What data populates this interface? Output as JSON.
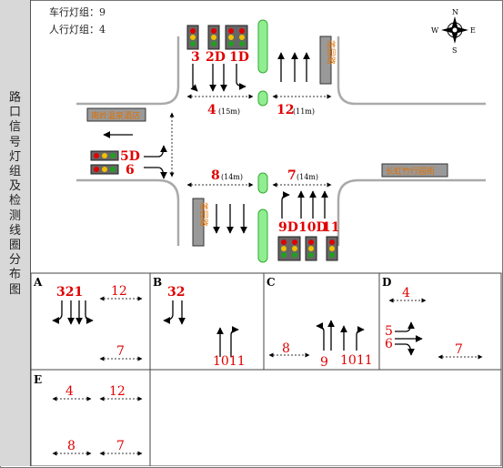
{
  "sidebar": {
    "label": "路口信号灯组及检测线圈分布图"
  },
  "counts": {
    "vehicle": "车行灯组：9",
    "pedestrian": "人行灯组：4"
  },
  "compass": {
    "n": "N",
    "s": "S",
    "e": "E",
    "w": "W"
  },
  "roads": {
    "west_sign": "南岭温泉酒店",
    "east_sign": "长虹竹行园街",
    "north_sign": "莲园路",
    "south_sign": "莲园路"
  },
  "signals": {
    "north": [
      "3",
      "2D",
      "1D"
    ],
    "west": [
      "5D",
      "6"
    ],
    "south": [
      "9D",
      "10D",
      "11"
    ]
  },
  "crosswalks": {
    "c4": {
      "id": "4",
      "len": "(15m)"
    },
    "c12": {
      "id": "12",
      "len": "(11m)"
    },
    "c8": {
      "id": "8",
      "len": "(14m)"
    },
    "c7": {
      "id": "7",
      "len": "(14m)"
    }
  },
  "phases": {
    "A": {
      "title": "A",
      "g1": "321",
      "g2": "12",
      "g3": "7"
    },
    "B": {
      "title": "B",
      "g1": "32",
      "g2": "1011"
    },
    "C": {
      "title": "C",
      "g1": "8",
      "g2": "9",
      "g3": "1011"
    },
    "D": {
      "title": "D",
      "g1": "4",
      "g2": "5",
      "g3": "6",
      "g4": "7"
    },
    "E": {
      "title": "E",
      "g1": "4",
      "g2": "12",
      "g3": "8",
      "g4": "7"
    }
  },
  "colors": {
    "signal_red": "#e00000",
    "signal_yellow": "#f0c000",
    "signal_green": "#20a020",
    "island": "#90ee90",
    "label_red": "#e00000",
    "sign_text": "#e07000"
  }
}
